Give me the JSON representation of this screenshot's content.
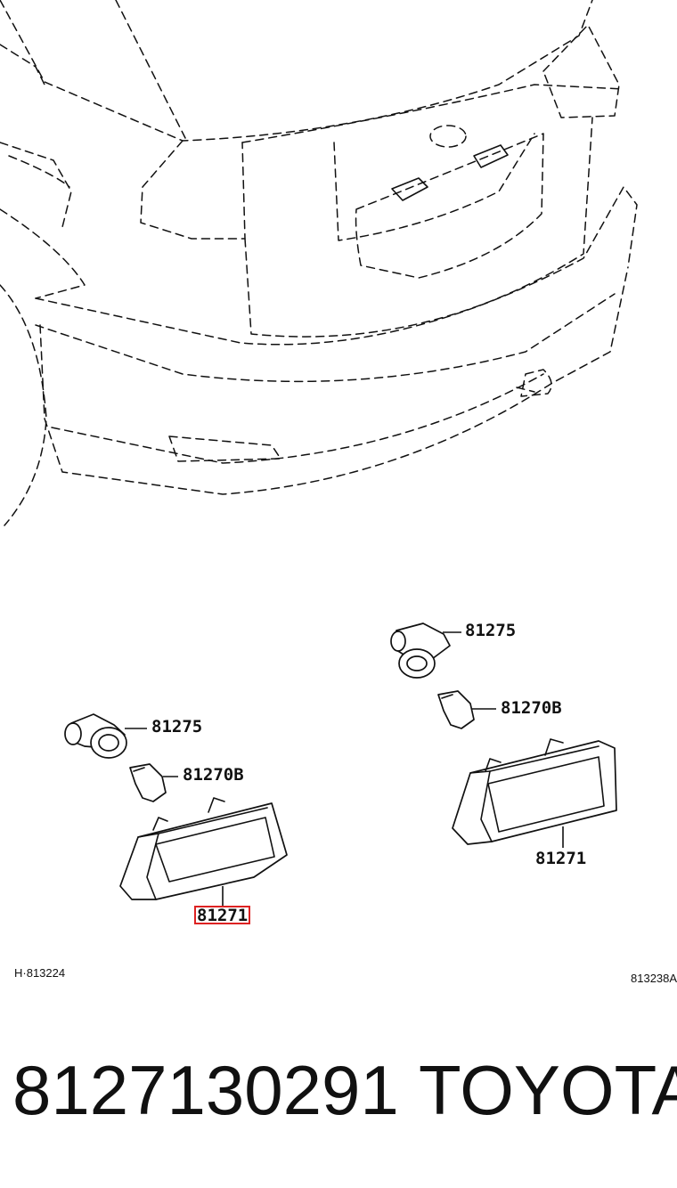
{
  "callouts": {
    "left_socket": "81275",
    "left_bulb": "81270B",
    "left_lamp": "81271",
    "right_socket": "81275",
    "right_bulb": "81270B",
    "right_lamp": "81271"
  },
  "ref_codes": {
    "left": "H·813224",
    "right": "813238A"
  },
  "caption": {
    "part_number": "8127130291",
    "brand": "TOYOTA"
  },
  "colors": {
    "line": "#111111",
    "highlight": "#dd2222",
    "background": "#ffffff"
  }
}
